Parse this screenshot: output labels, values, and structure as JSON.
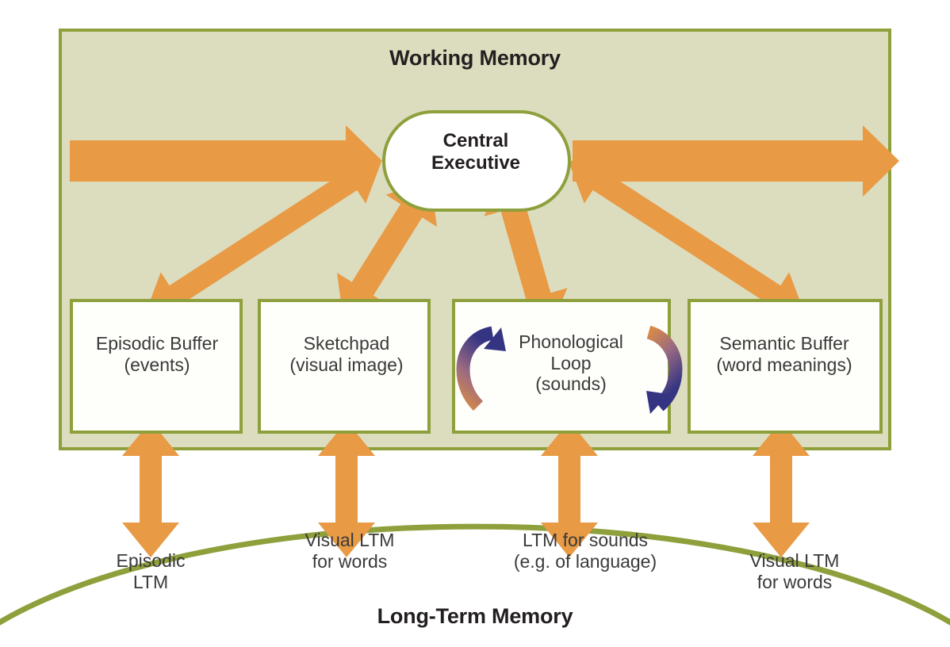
{
  "diagram": {
    "title_top": "Working Memory",
    "title_bottom": "Long-Term Memory",
    "central": {
      "line1": "Central",
      "line2": "Executive",
      "label": "Central Executive"
    },
    "buffers": [
      {
        "name": "episodic-buffer",
        "line1": "Episodic Buffer",
        "line2": "(events)"
      },
      {
        "name": "sketchpad",
        "line1": "Sketchpad",
        "line2": "(visual image)"
      },
      {
        "name": "phonological-loop",
        "line1": "Phonological",
        "line2": "Loop",
        "line3": "(sounds)"
      },
      {
        "name": "semantic-buffer",
        "line1": "Semantic Buffer",
        "line2": "(word meanings)"
      }
    ],
    "ltm_labels": [
      {
        "name": "episodic-ltm",
        "line1": "Episodic",
        "line2": "LTM"
      },
      {
        "name": "visual-ltm-words-1",
        "line1": "Visual LTM",
        "line2": "for words"
      },
      {
        "name": "ltm-for-sounds",
        "line1": "LTM for sounds",
        "line2": "(e.g. of language)"
      },
      {
        "name": "visual-ltm-words-2",
        "line1": "Visual LTM",
        "line2": "for words"
      }
    ],
    "colors": {
      "wm_fill": "#dcdcbe",
      "border_olive": "#8ea03c",
      "arrow_orange": "#e89a45",
      "box_white": "#fefefb",
      "text_dark": "#333333",
      "loop_blue": "#3a3a8c",
      "loop_orange": "#d98b46"
    }
  }
}
